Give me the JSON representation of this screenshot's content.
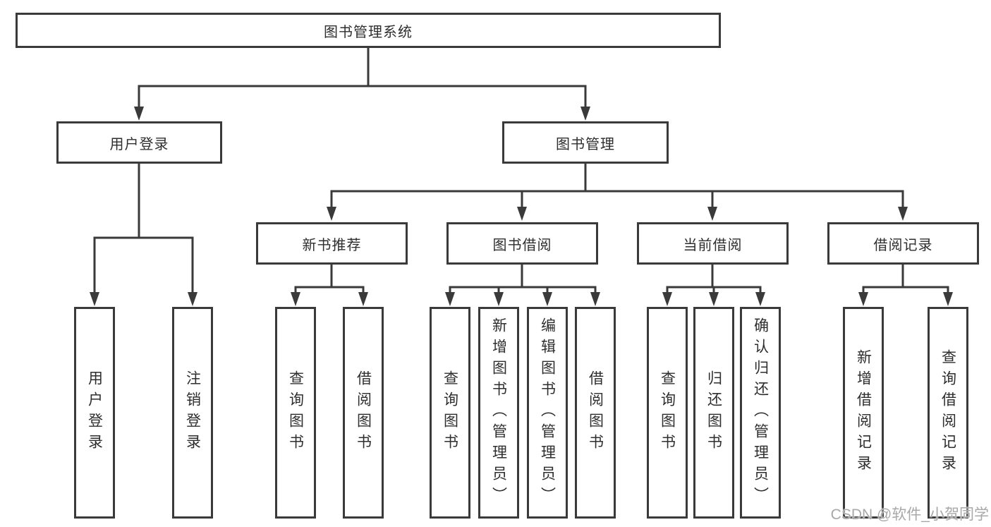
{
  "diagram": {
    "title": "图书管理系统",
    "line_color": "#3a3a3a",
    "box_background": "#ffffff",
    "nodes": {
      "root": "图书管理系统",
      "user_login": "用户登录",
      "book_mgmt": "图书管理",
      "new_book_rec": "新书推荐",
      "book_borrow": "图书借阅",
      "current_borrow": "当前借阅",
      "borrow_records": "借阅记录",
      "leaf_user_login": "用户登录",
      "leaf_logout": "注销登录",
      "leaf_query_book_1": "查询图书",
      "leaf_borrow_book_1": "借阅图书",
      "leaf_query_book_2": "查询图书",
      "leaf_add_book_admin": "新增图书（管理员）",
      "leaf_edit_book_admin": "编辑图书（管理员）",
      "leaf_borrow_book_2": "借阅图书",
      "leaf_query_book_3": "查询图书",
      "leaf_return_book": "归还图书",
      "leaf_confirm_return_admin": "确认归还（管理员）",
      "leaf_add_borrow_record": "新增借阅记录",
      "leaf_query_borrow_record": "查询借阅记录"
    }
  },
  "watermark": "CSDN @软件_小贺同学"
}
